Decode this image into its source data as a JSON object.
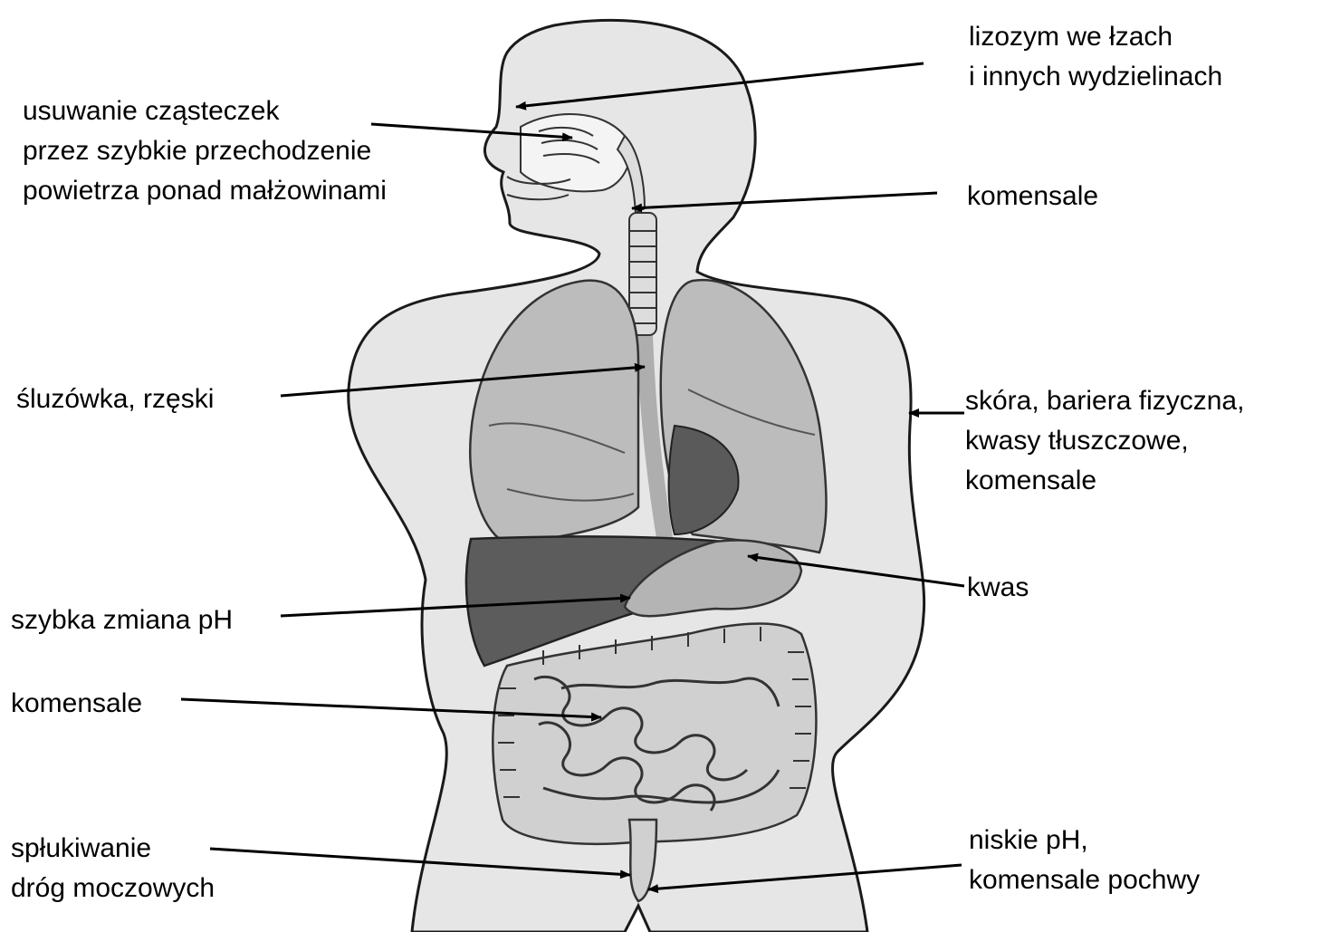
{
  "labels": {
    "lysozyme": [
      "lizozym we łzach",
      "i innych wydzielinach"
    ],
    "nasal": [
      "usuwanie cząsteczek",
      "przez szybkie przechodzenie",
      "powietrza ponad małżowinami"
    ],
    "throat_commensals": [
      "komensale"
    ],
    "mucosa": [
      "śluzówka, rzęski"
    ],
    "skin": [
      "skóra, bariera fizyczna,",
      "kwasy tłuszczowe,",
      "komensale"
    ],
    "stomach_acid": [
      "kwas"
    ],
    "ph_change": [
      "szybka zmiana pH"
    ],
    "gut_commensals": [
      "komensale"
    ],
    "urinary": [
      "spłukiwanie",
      "dróg moczowych"
    ],
    "vaginal": [
      "niskie pH,",
      "komensale pochwy"
    ]
  },
  "colors": {
    "background": "#ffffff",
    "body_fill": "#e6e6e6",
    "outline": "#1a1a1a",
    "lungs": "#bcbcbc",
    "heart": "#5a5a5a",
    "liver": "#5c5c5c",
    "stomach": "#b4b4b4",
    "intestine": "#c8c8c8",
    "airway": "#dddddd"
  }
}
